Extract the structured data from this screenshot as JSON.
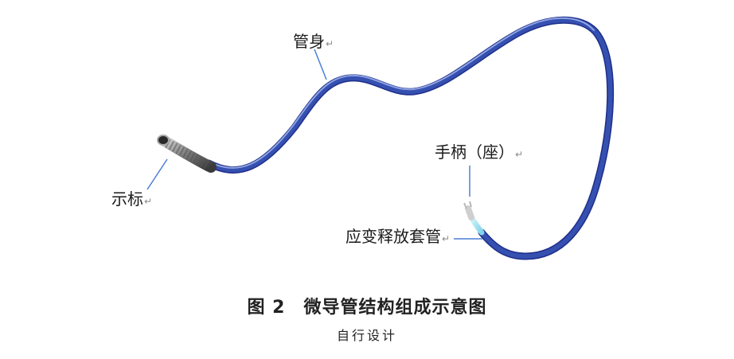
{
  "figure": {
    "labels": {
      "tube_body": "管身",
      "marker": "示标",
      "handle": "手柄（座）",
      "strain_relief": "应变释放套管",
      "paragraph_mark": "↵"
    },
    "colors": {
      "tube_blue": "#3550b0",
      "tube_highlight": "#9fb4ee",
      "tip_gray": "#8a8a8a",
      "strain_relief_cyan": "#9fe2f0",
      "leader_line": "#4a7fd6"
    }
  },
  "caption": {
    "title": "图 2　微导管结构组成示意图",
    "source": "自行设计"
  }
}
